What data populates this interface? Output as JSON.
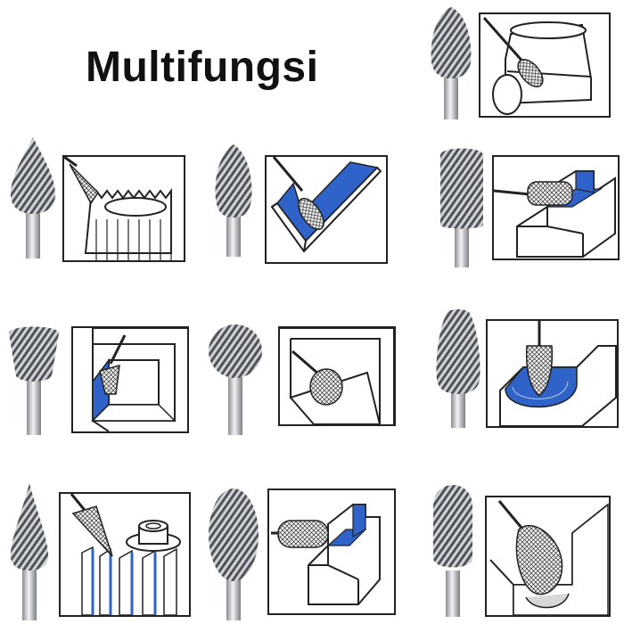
{
  "title": "Multifungsi",
  "colors": {
    "accent_blue": "#2f63c9",
    "steel_dark": "#4a4d52",
    "steel_light": "#d9dbdf",
    "outline": "#222222"
  },
  "items": [
    {
      "bit_shape": "flame",
      "diagram": "cylinder-edge"
    },
    {
      "bit_shape": "tree-pointed",
      "diagram": "gear"
    },
    {
      "bit_shape": "flame",
      "diagram": "blue-v-channel"
    },
    {
      "bit_shape": "cylinder",
      "diagram": "blue-step-block"
    },
    {
      "bit_shape": "inverted-cone",
      "diagram": "frame-corner"
    },
    {
      "bit_shape": "ball",
      "diagram": "ball-in-frame"
    },
    {
      "bit_shape": "tree-round",
      "diagram": "blue-groove"
    },
    {
      "bit_shape": "cone-pointed",
      "diagram": "fin-hub"
    },
    {
      "bit_shape": "oval",
      "diagram": "blue-step-block-2"
    },
    {
      "bit_shape": "cylinder-ball",
      "diagram": "inner-corner"
    }
  ]
}
